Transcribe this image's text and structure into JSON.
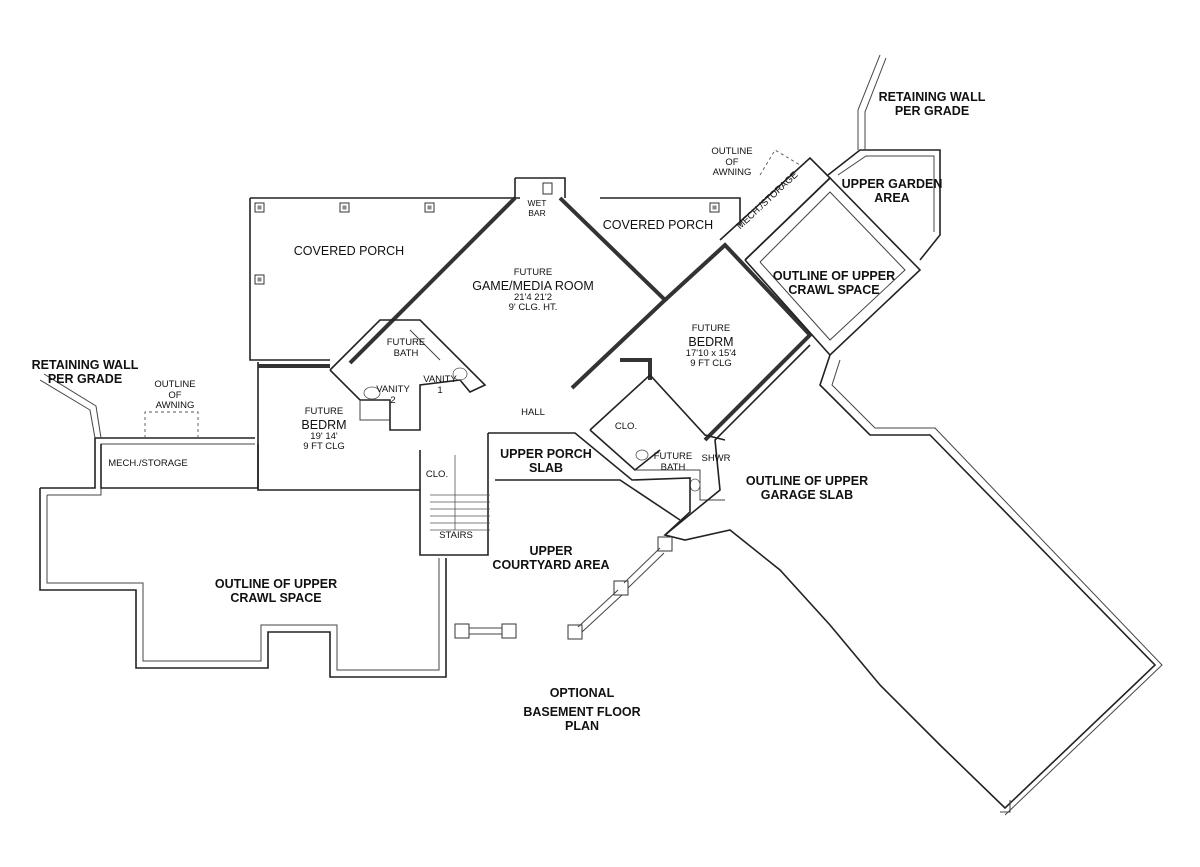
{
  "labels": {
    "retaining_wall_right": [
      "RETAINING WALL",
      "PER GRADE"
    ],
    "retaining_wall_left": [
      "RETAINING WALL",
      "PER GRADE"
    ],
    "outline_awning_top": [
      "OUTLINE",
      "OF",
      "AWNING"
    ],
    "outline_awning_left": [
      "OUTLINE",
      "OF",
      "AWNING"
    ],
    "upper_garden_area": [
      "UPPER GARDEN",
      "AREA"
    ],
    "mech_storage_top": "MECH./STORAGE",
    "wet_bar": [
      "WET",
      "BAR"
    ],
    "covered_porch_left": "COVERED PORCH",
    "covered_porch_right": "COVERED PORCH",
    "game_room": [
      "FUTURE",
      "GAME/MEDIA ROOM",
      "21'4  21'2",
      "9' CLG. HT."
    ],
    "outline_upper_crawl_right": [
      "OUTLINE OF UPPER",
      "CRAWL SPACE"
    ],
    "bedrm_right": [
      "FUTURE",
      "BEDRM",
      "17'10 x 15'4",
      "9 FT CLG"
    ],
    "future_bath_upper": [
      "FUTURE",
      "BATH"
    ],
    "vanity_2": [
      "VANITY",
      "2"
    ],
    "vanity_1": [
      "VANITY",
      "1"
    ],
    "bedrm_left": [
      "FUTURE",
      "BEDRM",
      "19'  14'",
      "9 FT CLG"
    ],
    "hall": "HALL",
    "clo_right": "CLO.",
    "future_bath_lower": [
      "FUTURE",
      "BATH"
    ],
    "shwr": "SHWR",
    "upper_porch_slab": [
      "UPPER PORCH",
      "SLAB"
    ],
    "mech_storage_left": "MECH./STORAGE",
    "clo_left": "CLO.",
    "stairs": "STAIRS",
    "outline_upper_garage_slab": [
      "OUTLINE OF UPPER",
      "GARAGE SLAB"
    ],
    "outline_upper_crawl_left": [
      "OUTLINE OF UPPER",
      "CRAWL SPACE"
    ],
    "upper_courtyard_area": [
      "UPPER",
      "COURTYARD AREA"
    ],
    "plan_title": [
      "OPTIONAL",
      "BASEMENT FLOOR",
      "PLAN"
    ]
  }
}
